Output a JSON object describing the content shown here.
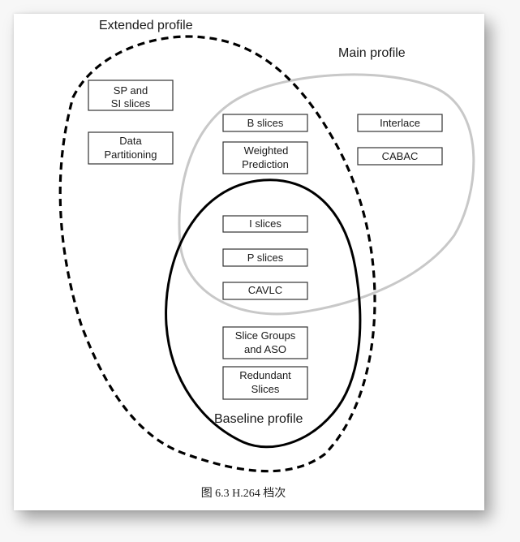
{
  "figure": {
    "caption": "图 6.3 H.264 档次",
    "profiles": {
      "extended": {
        "label": "Extended profile",
        "line_style": "dashed",
        "color": "#000000"
      },
      "main": {
        "label": "Main profile",
        "line_style": "solid",
        "color": "#c8c8c8"
      },
      "baseline": {
        "label": "Baseline profile",
        "line_style": "solid",
        "color": "#000000"
      }
    },
    "features": {
      "sp_si": {
        "line1": "SP and",
        "line2": "SI slices"
      },
      "data_partitioning": {
        "line1": "Data",
        "line2": "Partitioning"
      },
      "b_slices": {
        "line1": "B slices"
      },
      "weighted_prediction": {
        "line1": "Weighted",
        "line2": "Prediction"
      },
      "interlace": {
        "line1": "Interlace"
      },
      "cabac": {
        "line1": "CABAC"
      },
      "i_slices": {
        "line1": "I slices"
      },
      "p_slices": {
        "line1": "P slices"
      },
      "cavlc": {
        "line1": "CAVLC"
      },
      "slice_groups_aso": {
        "line1": "Slice Groups",
        "line2": "and ASO"
      },
      "redundant_slices": {
        "line1": "Redundant",
        "line2": "Slices"
      }
    }
  }
}
